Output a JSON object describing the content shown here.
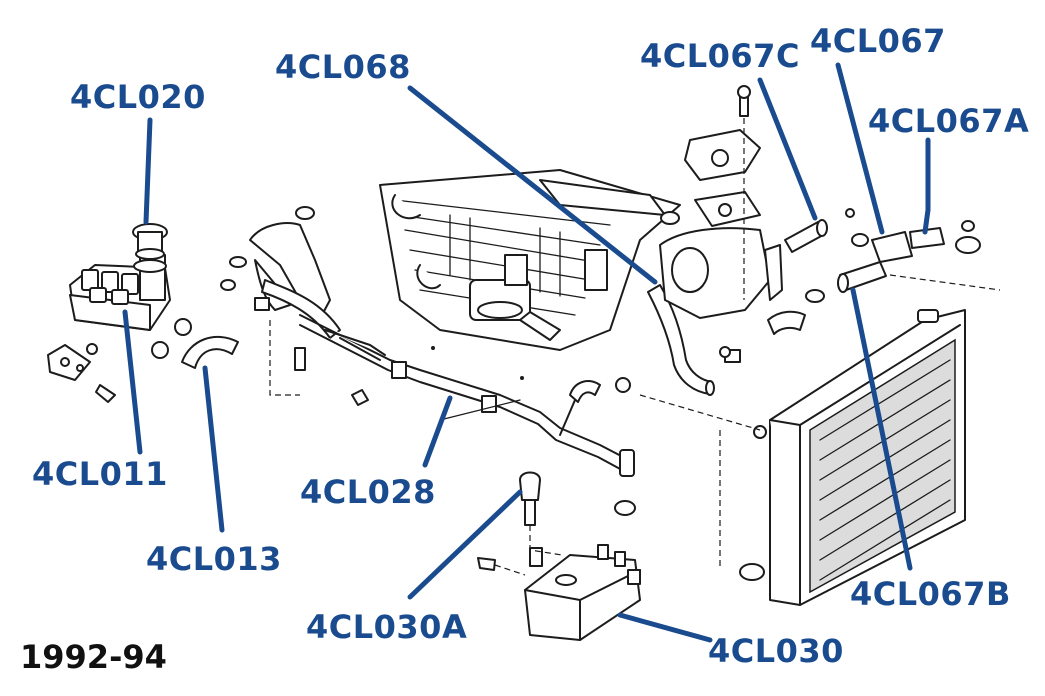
{
  "diagram": {
    "year_range": "1992-94",
    "part_labels": {
      "reservoir_cap": "4CL020",
      "reservoir_tank": "4CL011",
      "reservoir_hose": "4CL013",
      "radiator_pipe": "4CL028",
      "upper_hose_long": "4CL068",
      "hose_c": "4CL067C",
      "hose_main": "4CL067",
      "hose_a": "4CL067A",
      "hose_b": "4CL067B",
      "cooler_bolt": "4CL030A",
      "oil_cooler": "4CL030"
    },
    "colors": {
      "label": "#1a4b8f",
      "line_art": "#1c1c1c",
      "background": "#ffffff"
    }
  }
}
